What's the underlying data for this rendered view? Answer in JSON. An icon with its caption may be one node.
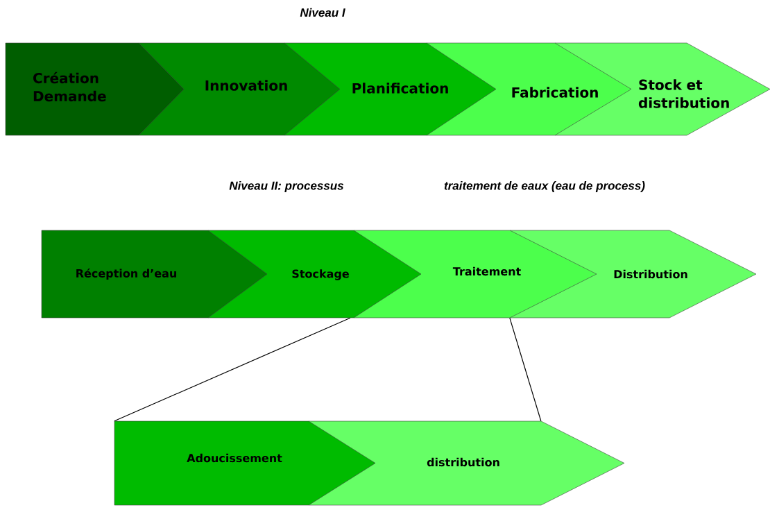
{
  "diagram": {
    "nodes": [
      {
        "text": [
          "Création Demande"
        ]
      },
      {
        "text": [
          "Innovation"
        ]
      },
      {
        "text": [
          "Planification"
        ]
      },
      {
        "text": [
          "Fabrication"
        ]
      },
      {
        "text": [
          "Stock et distribution"
        ]
      },
      {
        "text": [
          "Réception d’eau"
        ]
      },
      {
        "text": [
          "Stockage"
        ]
      },
      {
        "text": [
          "Traitement"
        ]
      },
      {
        "text": [
          "Distribution"
        ]
      },
      {
        "text": [
          "Adoucissement"
        ]
      },
      {
        "text": [
          "distribution"
        ]
      }
    ],
    "edges": [
      {
        "from": 7,
        "to": 9,
        "arrow": "none"
      },
      {
        "from": 7,
        "to": 10,
        "arrow": "none"
      }
    ],
    "labels": [
      "Niveau I",
      "Niveau II: processus",
      "traitement de eaux (eau de process)"
    ]
  }
}
